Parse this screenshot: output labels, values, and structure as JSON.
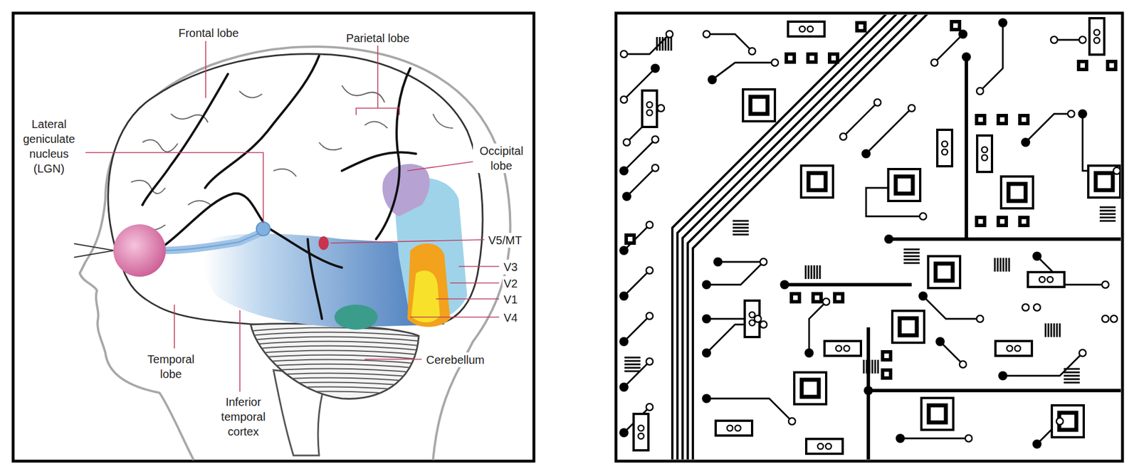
{
  "diagram": {
    "labels": [
      "Frontal lobe",
      "Parietal lobe",
      "Lateral geniculate nucleus (LGN)",
      "Occipital lobe",
      "V5/MT",
      "V3",
      "V2",
      "V1",
      "V4",
      "Temporal lobe",
      "Cerebellum",
      "Inferior temporal cortex"
    ]
  }
}
